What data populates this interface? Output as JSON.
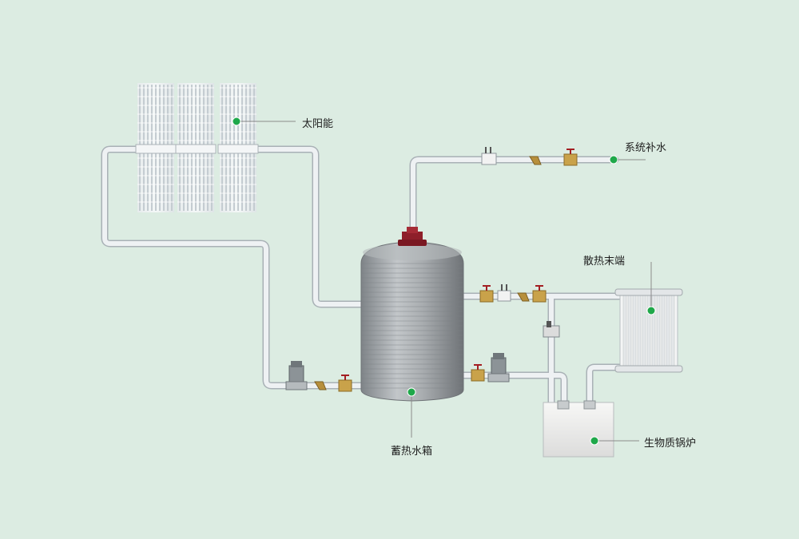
{
  "colors": {
    "background": "#dcece2",
    "pipe": "#eef1f3",
    "pipe_outline": "#a9b1b6",
    "tank": "#9ea3a7",
    "tank_cap": "#8e1f2a",
    "marker": "#1fa84a",
    "valve_brass": "#c9a24a",
    "boiler": "#f0f0ef",
    "radiator": "#f6f6f6"
  },
  "labels": {
    "solar": "太阳能",
    "makeup_water": "系统补水",
    "radiator": "散热末端",
    "storage_tank": "蓄热水箱",
    "boiler": "生物质锅炉"
  }
}
